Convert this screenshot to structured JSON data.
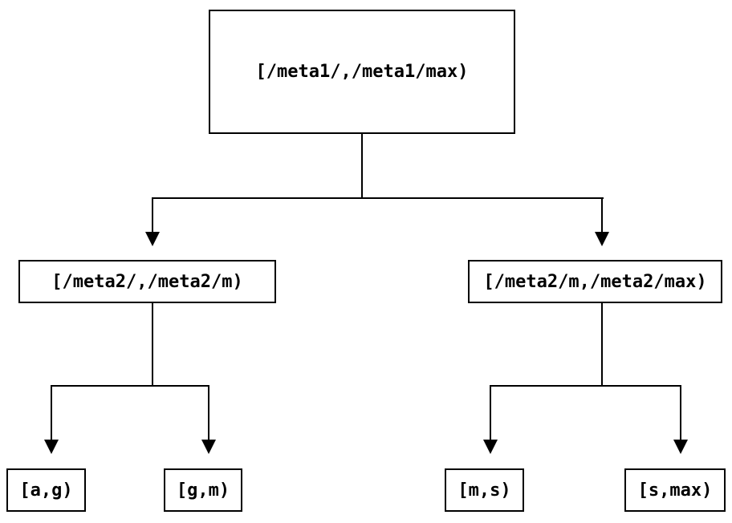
{
  "diagram": {
    "type": "tree",
    "colors": {
      "background": "#ffffff",
      "line": "#000000",
      "text": "#000000"
    },
    "nodes": {
      "root": {
        "label": "[/meta1/,/meta1/max)"
      },
      "left": {
        "label": "[/meta2/,/meta2/m)"
      },
      "right": {
        "label": "[/meta2/m,/meta2/max)"
      },
      "leaf_ag": {
        "label": "[a,g)"
      },
      "leaf_gm": {
        "label": "[g,m)"
      },
      "leaf_ms": {
        "label": "[m,s)"
      },
      "leaf_smax": {
        "label": "[s,max)"
      }
    },
    "edges": [
      {
        "from": "root",
        "to": "left"
      },
      {
        "from": "root",
        "to": "right"
      },
      {
        "from": "left",
        "to": "leaf_ag"
      },
      {
        "from": "left",
        "to": "leaf_gm"
      },
      {
        "from": "right",
        "to": "leaf_ms"
      },
      {
        "from": "right",
        "to": "leaf_smax"
      }
    ]
  }
}
